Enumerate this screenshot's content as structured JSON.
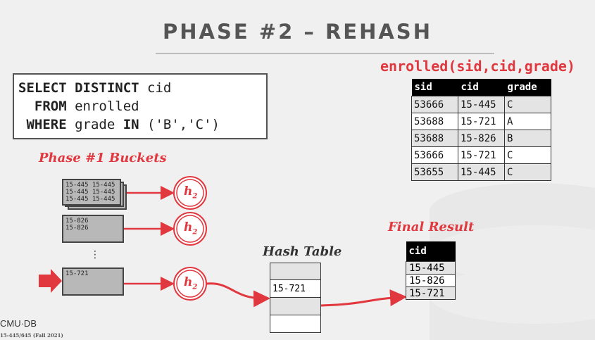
{
  "slide": {
    "title": "PHASE #2 – REHASH"
  },
  "query": {
    "line1_kw": "SELECT DISTINCT",
    "line1_rest": " cid",
    "line2_kw": "  FROM",
    "line2_rest": " enrolled",
    "line3_kw": " WHERE",
    "line3_rest": " grade ",
    "line3_kw2": "IN",
    "line3_rest2": " ('B','C')"
  },
  "enrolled": {
    "schema": "enrolled(sid,cid,grade)",
    "headers": [
      "sid",
      "cid",
      "grade"
    ],
    "rows": [
      [
        "53666",
        "15-445",
        "C"
      ],
      [
        "53688",
        "15-721",
        "A"
      ],
      [
        "53688",
        "15-826",
        "B"
      ],
      [
        "53666",
        "15-721",
        "C"
      ],
      [
        "53655",
        "15-445",
        "C"
      ]
    ]
  },
  "phase1": {
    "caption": "Phase #1 Buckets",
    "bucket1_lines": "15-445 15-445\n15-445 15-445\n15-445 15-445",
    "bucket2_lines": "15-826\n15-826",
    "ellipsis": "⋮",
    "bucket3_lines": "15-721",
    "hash_fn": "h",
    "hash_sub": "2"
  },
  "hash_table": {
    "caption": "Hash Table",
    "cells": [
      "",
      "15-721",
      "",
      ""
    ]
  },
  "final_result": {
    "caption": "Final Result",
    "header": "cid",
    "rows": [
      "15-445",
      "15-826",
      "15-721"
    ]
  },
  "footer": {
    "logo": "CMU·DB",
    "course": "15-445/645 (Fall 2021)"
  },
  "colors": {
    "accent": "#e0383e"
  }
}
